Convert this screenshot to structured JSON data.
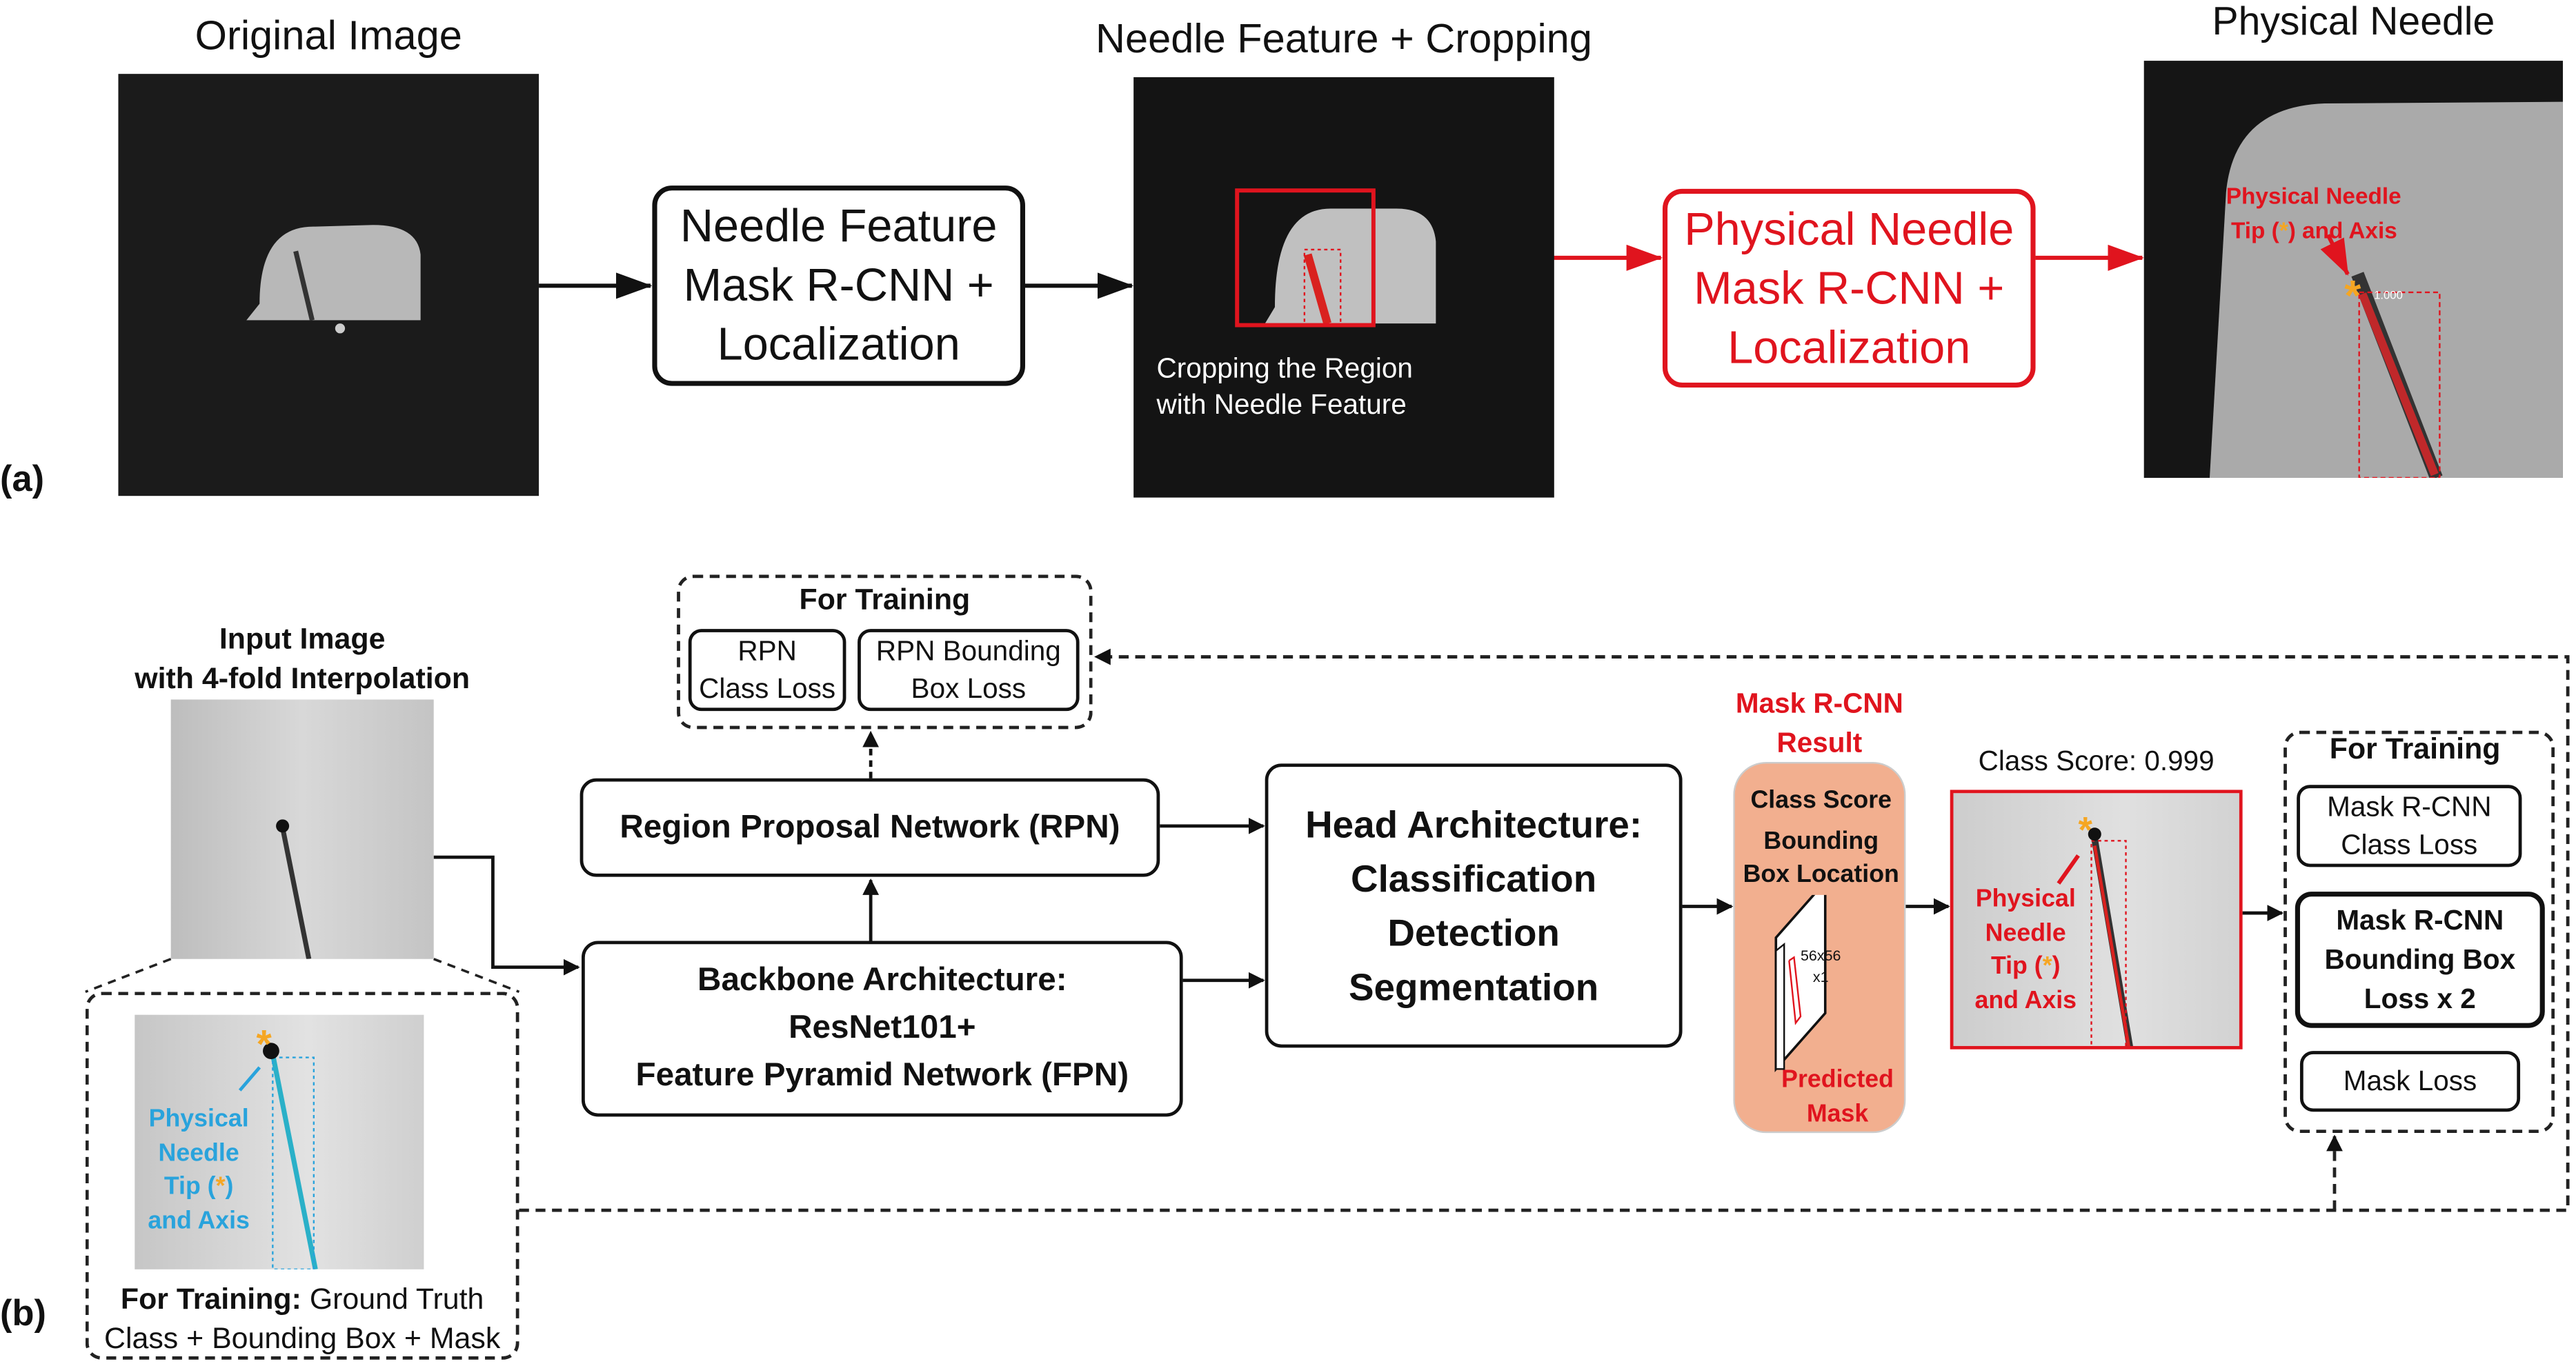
{
  "panel_a": {
    "label": "(a)",
    "original_title": "Original Image",
    "box1_lines": [
      "Needle Feature",
      "Mask R-CNN +",
      "Localization"
    ],
    "crop_title": "Needle Feature + Cropping",
    "crop_caption": [
      "Cropping the Region",
      "with Needle Feature"
    ],
    "box2_lines": [
      "Physical Needle",
      "Mask R-CNN +",
      "Localization"
    ],
    "physical_title": "Physical Needle",
    "physical_annot": [
      "Physical Needle",
      "Tip (",
      "*",
      ") and Axis"
    ],
    "score_label": "1.000"
  },
  "panel_b": {
    "label": "(b)",
    "input_title": [
      "Input Image",
      "with 4-fold Interpolation"
    ],
    "gt_annot": [
      "Physical",
      "Needle",
      "Tip (",
      "*",
      ")",
      "and Axis"
    ],
    "gt_caption_bold": "For Training:",
    "gt_caption_rest": "Ground Truth",
    "gt_caption_line2": "Class + Bounding Box + Mask",
    "rpn_training": {
      "title": "For Training",
      "boxes": [
        [
          "RPN",
          "Class Loss"
        ],
        [
          "RPN Bounding",
          "Box Loss"
        ]
      ]
    },
    "rpn": "Region Proposal Network (RPN)",
    "backbone": [
      "Backbone Architecture:",
      "ResNet101+",
      "Feature Pyramid Network (FPN)"
    ],
    "head": [
      "Head Architecture:",
      "Classification",
      "Detection",
      "Segmentation"
    ],
    "result_title": [
      "Mask R-CNN",
      "Result"
    ],
    "result_items": [
      "Class Score",
      "Bounding",
      "Box Location"
    ],
    "mask_size": [
      "56x56",
      "x1"
    ],
    "predicted_mask": [
      "Predicted",
      "Mask"
    ],
    "class_score": "Class Score: 0.999",
    "result_annot": [
      "Physical",
      "Needle",
      "Tip (",
      "*",
      ")",
      "and Axis"
    ],
    "head_training": {
      "title": "For Training",
      "boxes": [
        [
          "Mask R-CNN",
          "Class Loss"
        ],
        [
          "Mask R-CNN",
          "Bounding Box",
          "Loss x 2"
        ],
        [
          "Mask Loss"
        ]
      ]
    }
  },
  "colors": {
    "accent_red": "#e0141e",
    "tip_orange": "#f5a623",
    "gt_blue": "#29a3dc",
    "result_fill": "#f2af8f"
  }
}
